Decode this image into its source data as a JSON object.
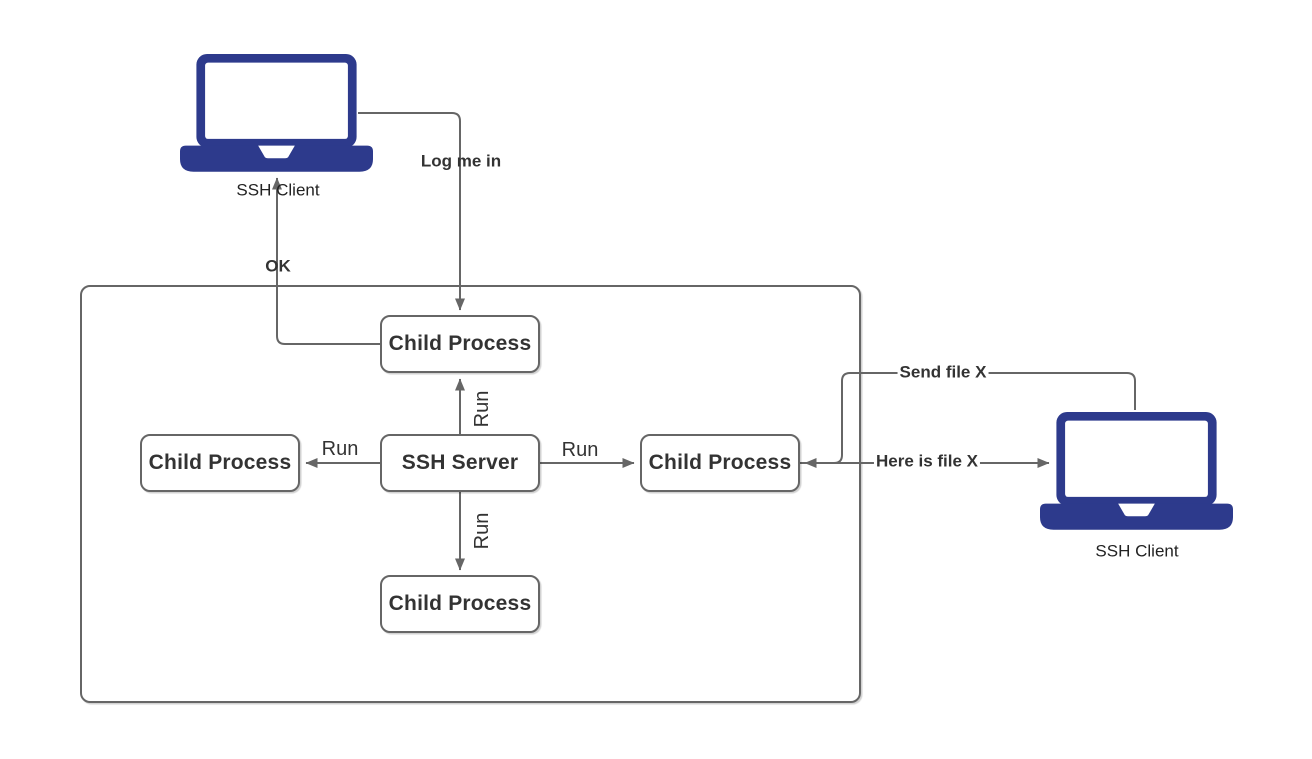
{
  "diagram": {
    "nodes": {
      "client_left": {
        "label": "SSH Client",
        "type": "laptop-icon"
      },
      "child_top": {
        "label": "Child Process",
        "type": "box"
      },
      "child_left": {
        "label": "Child Process",
        "type": "box"
      },
      "server": {
        "label": "SSH Server",
        "type": "box"
      },
      "child_right": {
        "label": "Child Process",
        "type": "box"
      },
      "child_bottom": {
        "label": "Child Process",
        "type": "box"
      },
      "client_right": {
        "label": "SSH Client",
        "type": "laptop-icon"
      }
    },
    "edges": {
      "log_me_in": {
        "label": "Log me in",
        "from": "client_left",
        "to": "child_top"
      },
      "ok": {
        "label": "OK",
        "from": "child_top",
        "to": "client_left"
      },
      "run_up": {
        "label": "Run",
        "from": "server",
        "to": "child_top"
      },
      "run_left": {
        "label": "Run",
        "from": "server",
        "to": "child_left"
      },
      "run_right": {
        "label": "Run",
        "from": "server",
        "to": "child_right"
      },
      "run_down": {
        "label": "Run",
        "from": "server",
        "to": "child_bottom"
      },
      "send_file_x": {
        "label": "Send file X",
        "from": "client_right",
        "to": "child_right"
      },
      "here_is_file_x": {
        "label": "Here is file X",
        "from": "child_right",
        "to": "client_right"
      }
    }
  },
  "colors": {
    "laptop": "#2d3a8c",
    "line": "#666666",
    "text": "#333333",
    "background": "#ffffff"
  }
}
